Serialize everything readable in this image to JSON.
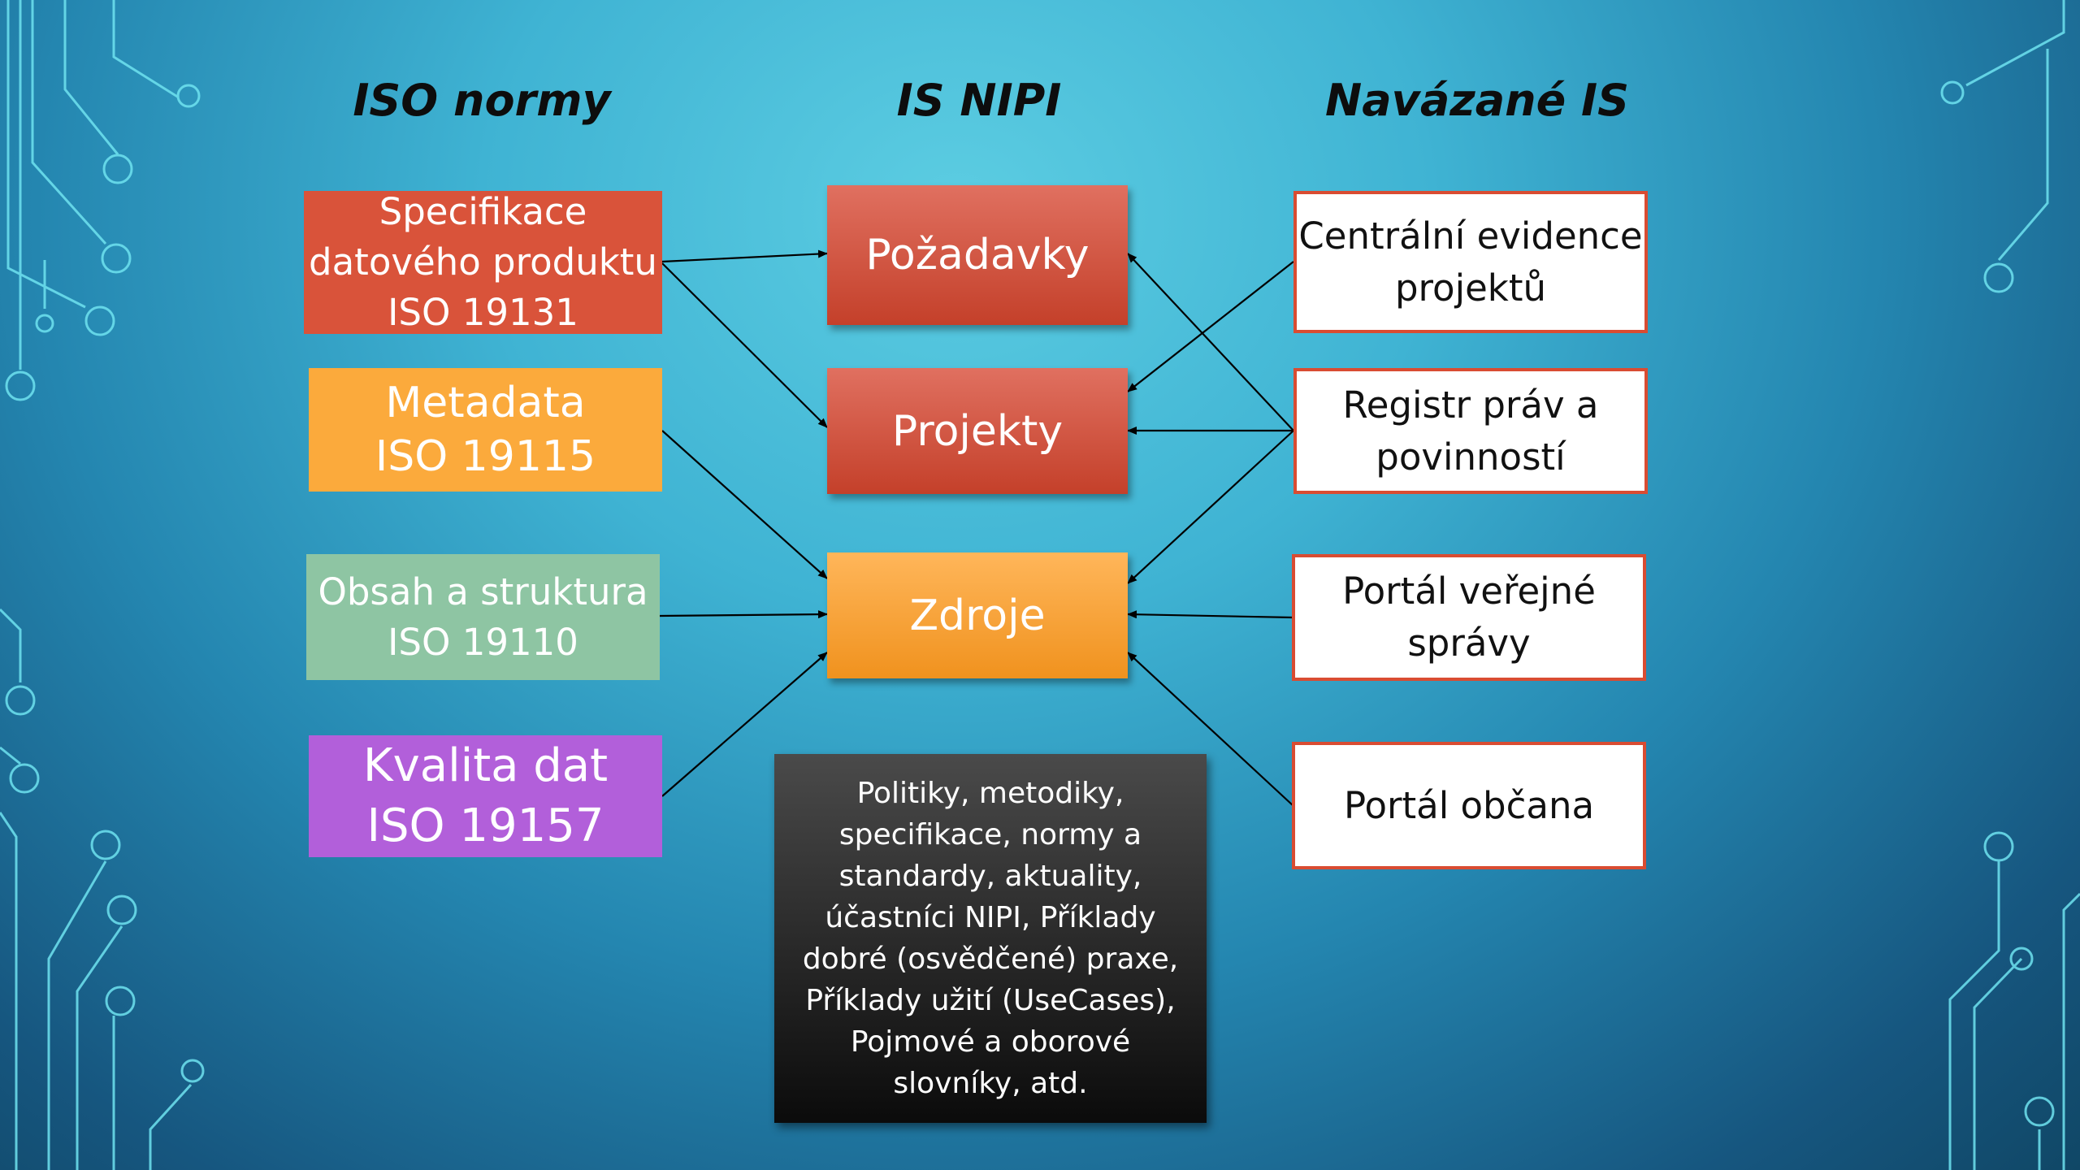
{
  "columns": {
    "iso": "ISO normy",
    "nipi": "IS NIPI",
    "linked": "Navázané IS"
  },
  "iso_boxes": [
    {
      "text": "Specifikace\ndatového produktu\nISO 19131",
      "color": "#d9533a"
    },
    {
      "text": "Metadata\nISO 19115",
      "color": "#fbaa3c"
    },
    {
      "text": "Obsah a struktura\nISO 19110",
      "color": "#8ec5a3"
    },
    {
      "text": "Kvalita dat\nISO 19157",
      "color": "#b25fda"
    }
  ],
  "nipi_boxes": [
    {
      "text": "Požadavky",
      "color_top": "#e07060",
      "color_bottom": "#c4402a"
    },
    {
      "text": "Projekty",
      "color_top": "#e07060",
      "color_bottom": "#c4402a"
    },
    {
      "text": "Zdroje",
      "color_top": "#ffb65a",
      "color_bottom": "#f0921e"
    }
  ],
  "linked_boxes": [
    {
      "text": "Centrální evidence\nprojektů"
    },
    {
      "text": "Registr práv a\npovinností"
    },
    {
      "text": "Portál veřejné\nsprávy"
    },
    {
      "text": "Portál občana"
    }
  ],
  "note": "Politiky, metodiky, specifikace, normy a standardy, aktuality, účastníci NIPI, Příklady dobré (osvědčené) praxe, Příklady užití (UseCases), Pojmové a oborové slovníky, atd.",
  "colors": {
    "border": "#d94c32",
    "circuit": "#6fe3f0"
  }
}
